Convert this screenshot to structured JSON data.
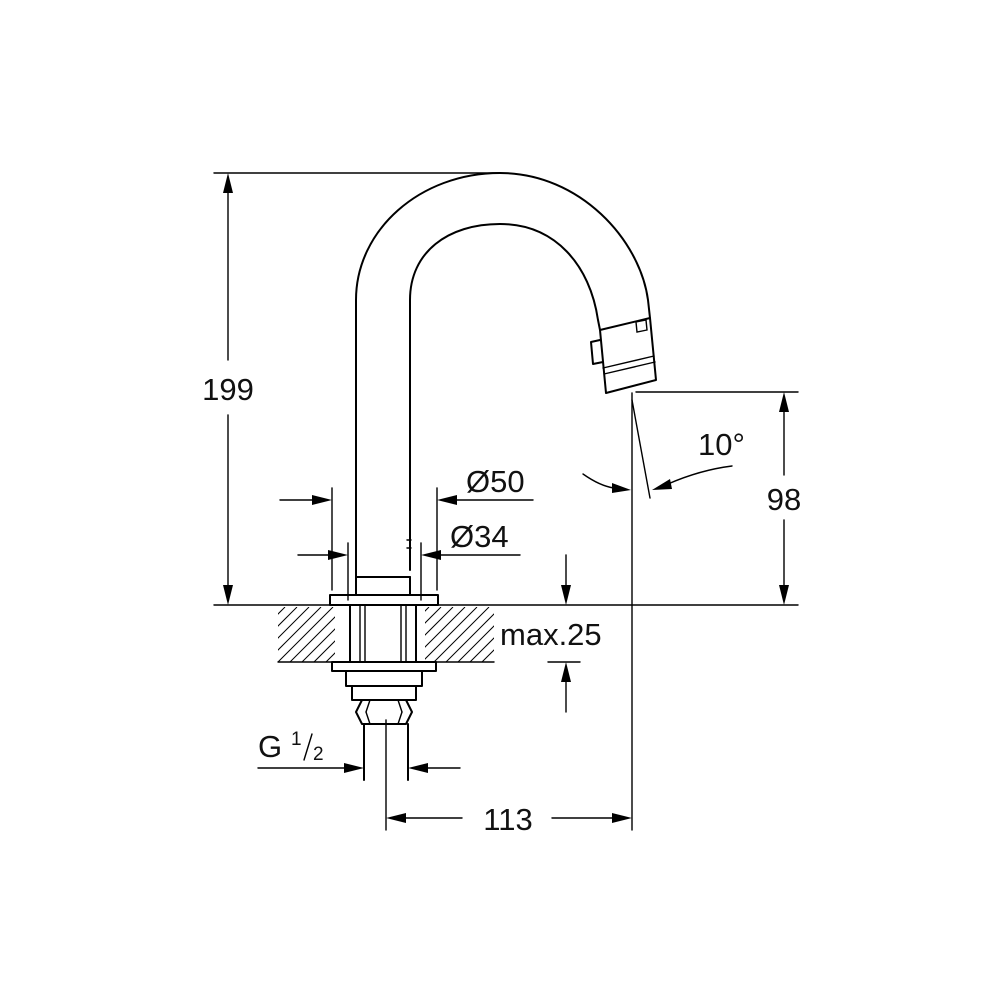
{
  "dimensions": {
    "height_total": "199",
    "height_outlet": "98",
    "outer_diameter": "Ø50",
    "inner_diameter": "Ø34",
    "angle": "10°",
    "max_thickness": "max.25",
    "thread_letter": "G",
    "thread_num": "1",
    "thread_den": "2",
    "projection": "113"
  }
}
